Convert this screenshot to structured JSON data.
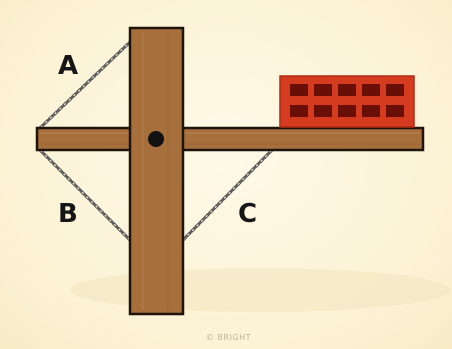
{
  "labels": {
    "chain_a": "A",
    "chain_b": "B",
    "chain_c": "C"
  },
  "credit": "© BRIGHT",
  "colors": {
    "background": "#fdf5dc",
    "wood": "#a66f3c",
    "wood_outline": "#1e140c",
    "brick": "#d43b1f",
    "brick_holes": "#6a0e08",
    "chain": "#5a5a5a",
    "pivot": "#111111"
  }
}
